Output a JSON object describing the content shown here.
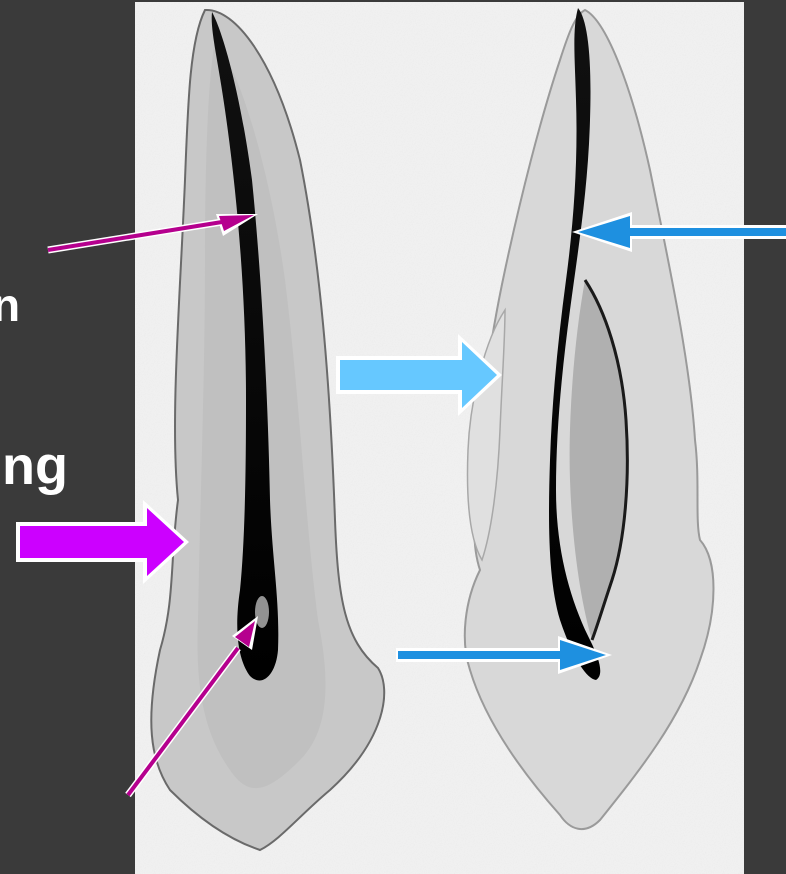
{
  "slide": {
    "background_color": "#3a3a3a",
    "left_text_fragments": [
      "n",
      "ng"
    ]
  },
  "panel": {
    "background_color": "#f2f2f2",
    "description_key": "radiograph-two-teeth"
  },
  "arrows": {
    "pointer_color_magenta": "#b5008e",
    "pointer_color_blue": "#1e90e0",
    "block_color_magenta": "#cc00ff",
    "block_color_lightblue": "#66c8ff",
    "outline_color": "#ffffff"
  }
}
